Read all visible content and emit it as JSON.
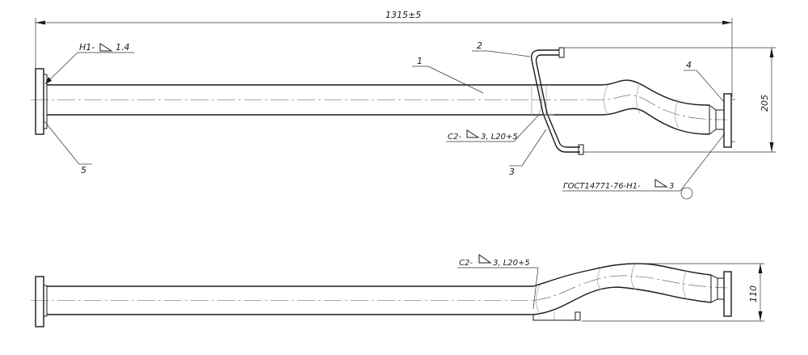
{
  "dimensions": {
    "overall_length": "1315±5",
    "bracket_height": "205",
    "side_height": "110"
  },
  "callouts": {
    "pipe": "1",
    "bracket": "2",
    "strap": "3",
    "flange_right": "4",
    "flange_left": "5"
  },
  "welds": {
    "left_flange": "H1-",
    "left_flange_size": "1.4",
    "bracket_top": "C2-",
    "bracket_top_size": "3, L20+5",
    "right_flange": "ГОСТ14771-76-H1-",
    "right_flange_size": "3",
    "side_view": "C2-",
    "side_view_size": "3, L20+5"
  },
  "colors": {
    "line": "#1a1a1a",
    "hidden": "#9a9a9a"
  }
}
